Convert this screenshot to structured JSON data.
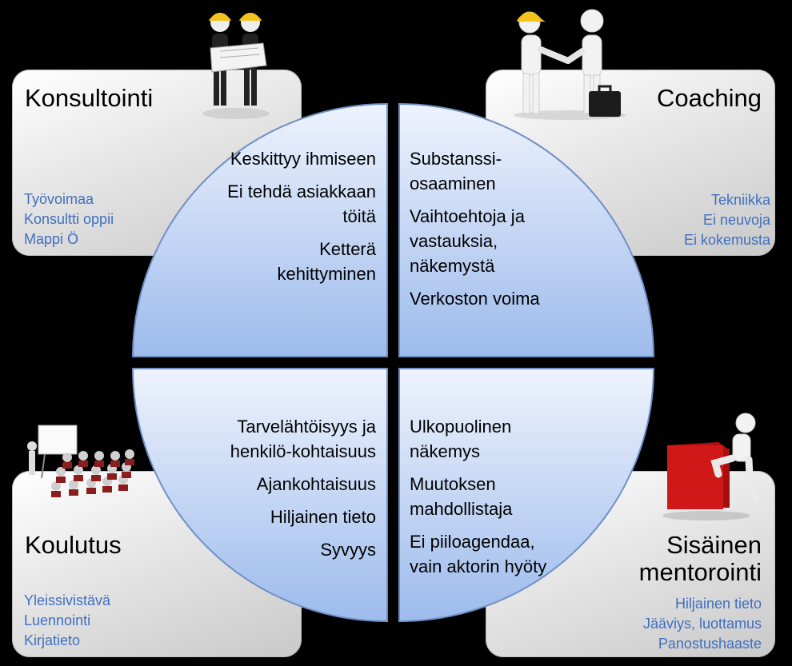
{
  "quadrants": {
    "top_left": {
      "title": "Konsultointi",
      "subs": [
        "Työvoimaa",
        "Konsultti oppii",
        "Mappi Ö"
      ],
      "items": [
        "Keskittyy ihmiseen",
        "Ei tehdä asiakkaan töitä",
        "Ketterä kehittyminen"
      ]
    },
    "top_right": {
      "title": "Coaching",
      "subs": [
        "Tekniikka",
        "Ei neuvoja",
        "Ei kokemusta"
      ],
      "items": [
        "Substanssi-osaaminen",
        "Vaihtoehtoja ja vastauksia, näkemystä",
        "Verkoston voima"
      ]
    },
    "bottom_left": {
      "title": "Koulutus",
      "subs": [
        "Yleissivistävä",
        "Luennointi",
        "Kirjatieto"
      ],
      "items": [
        "Tarvelähtöisyys ja henkilö-kohtaisuus",
        "Ajankohtaisuus",
        "Hiljainen tieto",
        "Syvyys"
      ]
    },
    "bottom_right": {
      "title": "Sisäinen mentorointi",
      "subs": [
        "Hiljainen tieto",
        "Jääviys, luottamus",
        "Panostushaaste"
      ],
      "items": [
        "Ulkopuolinen näkemys",
        "Muutoksen mahdollistaja",
        "Ei piiloagendaa, vain aktorin hyöty"
      ]
    }
  },
  "colors": {
    "quadrant_fill_top": "#e9f0fd",
    "quadrant_fill_bottom": "#9dbbec",
    "quadrant_stroke": "#6f8fc4",
    "sub_text": "#3f6fbf",
    "figure_hat": "#f4c21d",
    "box_red": "#d01818"
  },
  "figures": {
    "top_left": "two-engineers-with-blueprint",
    "top_right": "handshake-figures",
    "bottom_left": "classroom-figures",
    "bottom_right": "figure-on-red-box"
  }
}
